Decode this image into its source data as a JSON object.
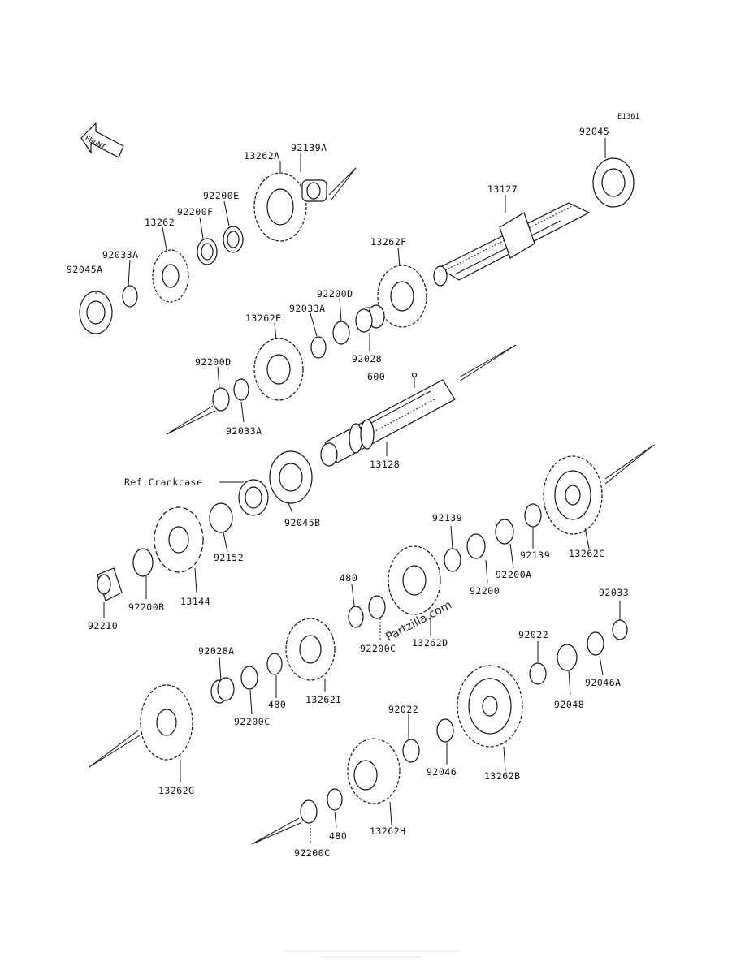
{
  "diagram_code": "E1361",
  "front_label": "FRONT",
  "ref_label": "Ref.Crankcase",
  "watermark": "Partzilla.com",
  "footer_line1": "",
  "footer_line2": "",
  "labels": {
    "p92045": "92045",
    "p13127": "13127",
    "p92139A": "92139A",
    "p13262A": "13262A",
    "p92200E": "92200E",
    "p92200F": "92200F",
    "p13262": "13262",
    "p92033A_1": "92033A",
    "p92045A": "92045A",
    "p13262F": "13262F",
    "p92200D_1": "92200D",
    "p92033A_2": "92033A",
    "p13262E": "13262E",
    "p92028": "92028",
    "p600": "600",
    "p92200D_2": "92200D",
    "p92033A_3": "92033A",
    "p13128": "13128",
    "p92045B": "92045B",
    "p92152": "92152",
    "p13144": "13144",
    "p92200B": "92200B",
    "p92210": "92210",
    "p92139_1": "92139",
    "p92139_2": "92139",
    "p92200A": "92200A",
    "p13262C": "13262C",
    "p92200": "92200",
    "p480_1": "480",
    "p92200C_1": "92200C",
    "p13262D": "13262D",
    "p92033": "92033",
    "p92022_1": "92022",
    "p92046A": "92046A",
    "p92048": "92048",
    "p92028A": "92028A",
    "p92200C_2": "92200C",
    "p480_2": "480",
    "p13262I": "13262I",
    "p92022_2": "92022",
    "p92046": "92046",
    "p13262B": "13262B",
    "p13262G": "13262G",
    "p480_3": "480",
    "p13262H": "13262H",
    "p92200C_3": "92200C"
  }
}
